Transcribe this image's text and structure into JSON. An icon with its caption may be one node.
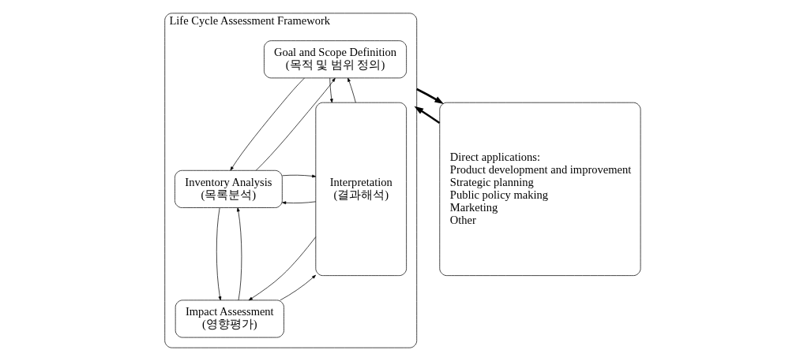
{
  "diagram": {
    "nodes": [
      {
        "text": [
          "Life Cycle Assessment Framework"
        ]
      },
      {
        "text": [
          "Goal and Scope Definition",
          "(목적 및 범위 정의)"
        ],
        "in": 0
      },
      {
        "text": [
          "Inventory Analysis",
          "(목록분석)"
        ],
        "in": 0
      },
      {
        "text": [
          "Impact Assessment",
          "(영향평가)"
        ],
        "in": 0
      },
      {
        "text": [
          "Interpretation",
          "(결과해석)"
        ],
        "in": 0
      },
      {
        "text": [
          "Direct applications:",
          "Product development and improvement",
          "Strategic planning",
          "Public policy making",
          "Marketing",
          "Other"
        ]
      }
    ],
    "edges": [
      {
        "from": 4,
        "to": 1,
        "arrow": "to"
      },
      {
        "from": 1,
        "to": 4,
        "arrow": "to"
      },
      {
        "from": 1,
        "to": 2,
        "arrow": "to"
      },
      {
        "from": 2,
        "to": 1,
        "arrow": "to"
      },
      {
        "from": 4,
        "to": 2,
        "arrow": "to"
      },
      {
        "from": 2,
        "to": 4,
        "arrow": "to"
      },
      {
        "from": 2,
        "to": 3,
        "arrow": "to"
      },
      {
        "from": 3,
        "to": 2,
        "arrow": "to"
      },
      {
        "from": 4,
        "to": 3,
        "arrow": "to"
      },
      {
        "from": 3,
        "to": 4,
        "arrow": "to"
      },
      {
        "from": 5,
        "to": 0,
        "arrow": "to",
        "style": "thick"
      },
      {
        "from": 0,
        "to": 5,
        "arrow": "to",
        "style": "thick"
      }
    ]
  }
}
